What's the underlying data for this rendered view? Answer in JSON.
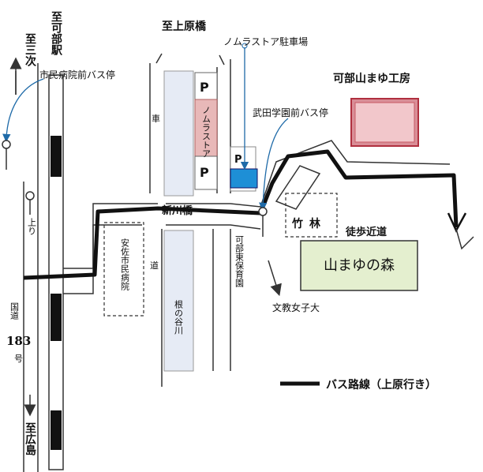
{
  "labels": {
    "to_kabe_station": "至可部駅",
    "to_sanji": "至三次",
    "to_kamihara_bridge": "至上原橋",
    "nomura_parking": "ノムラストア駐車場",
    "shimin_bus_stop": "市民病院前バス停",
    "kabe_yamamayu_workshop": "可部山まゆ工房",
    "takeda_bus_stop": "武田学園前バス停",
    "car_mark": "車",
    "nomura_store": "ノムラストア",
    "parking_mark": "P",
    "shinkawa_bridge": "新川橋",
    "up_line": "上り",
    "bamboo_forest": "竹林",
    "walk_nearby": "徒歩近道",
    "yamamayu_forest": "山まゆの森",
    "hospital": "安佐市民病院",
    "road_char": "道",
    "nenotani_river": "根の谷川",
    "kabe_east_nursery": "可部東保育園",
    "bunkyo_univ": "文教女子大",
    "national_road": "国道",
    "road_number": "183",
    "go_char": "号",
    "to_hiroshima": "至広島",
    "legend": "バス路線（上原行き）"
  },
  "colors": {
    "bus_route": "#111111",
    "workshop_fill": "#d98e97",
    "workshop_border": "#b0303f",
    "forest_fill": "#e4efcf",
    "forest_border": "#333333",
    "parking_fill": "#1e8fd6",
    "nomura_fill": "#e8b8b8",
    "river_fill": "#e6ebf5",
    "arrow_blue": "#1e6aa8"
  }
}
